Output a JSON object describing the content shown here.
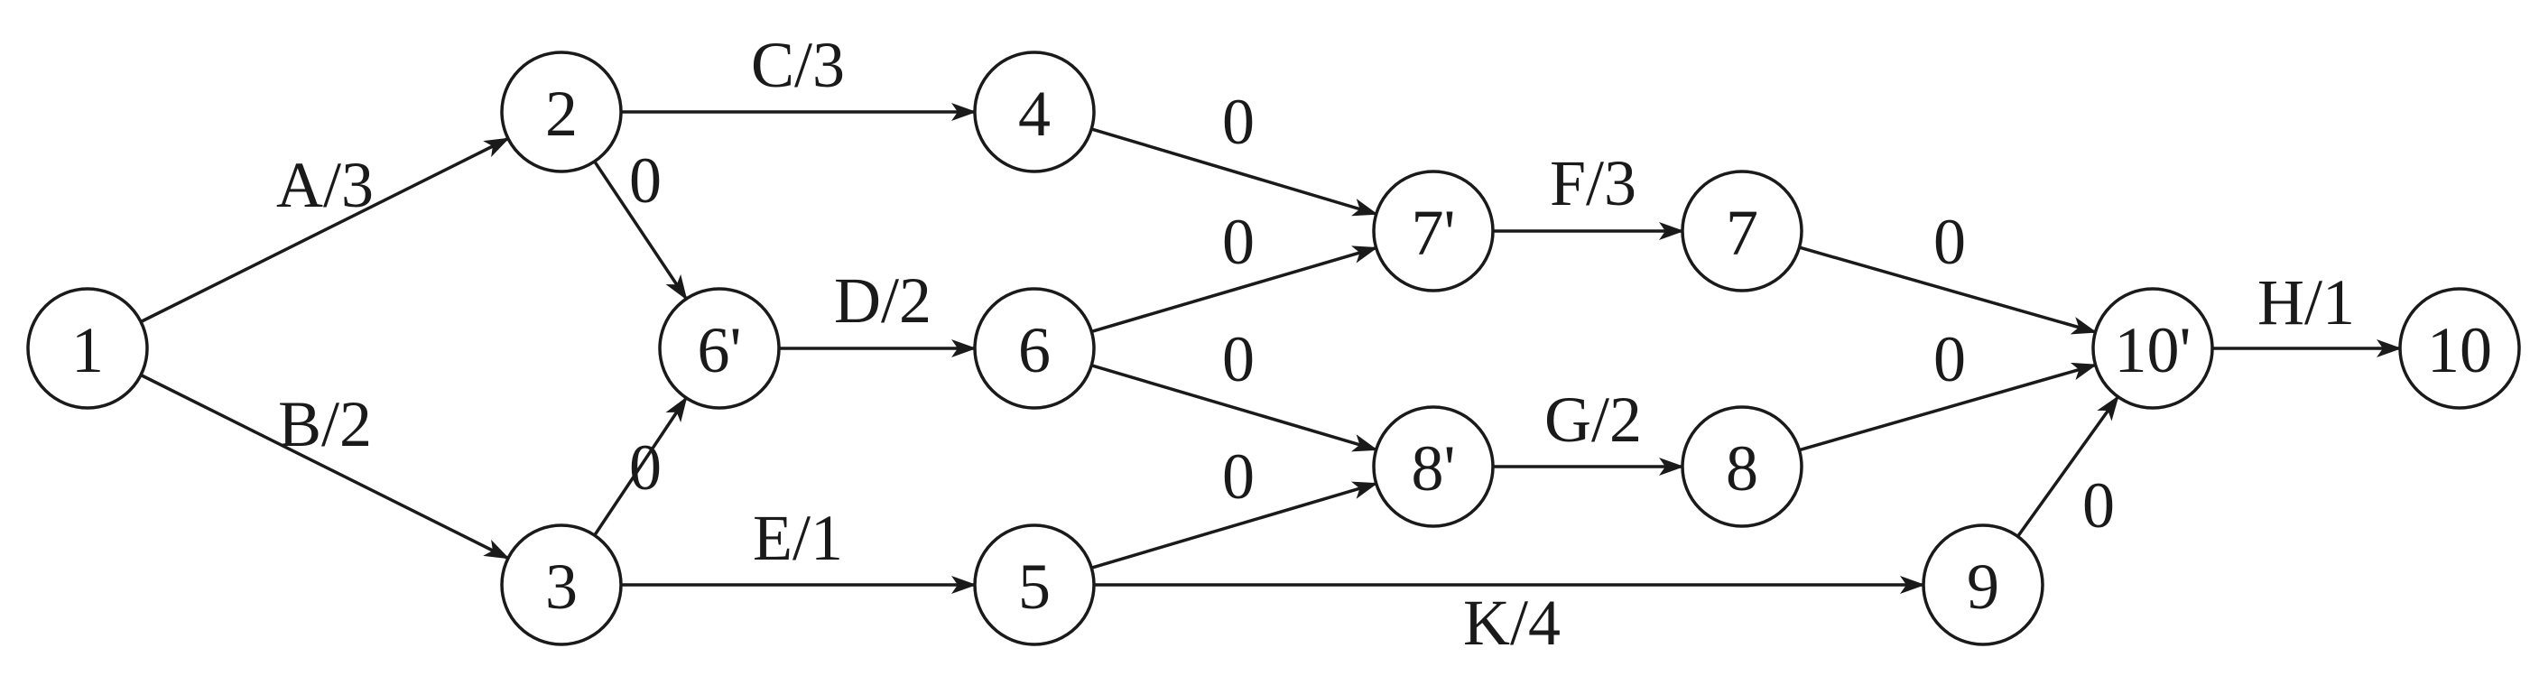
{
  "diagram": {
    "nodes": [
      {
        "id": "1",
        "label": "1"
      },
      {
        "id": "2",
        "label": "2"
      },
      {
        "id": "3",
        "label": "3"
      },
      {
        "id": "4",
        "label": "4"
      },
      {
        "id": "5",
        "label": "5"
      },
      {
        "id": "6p",
        "label": "6'"
      },
      {
        "id": "6",
        "label": "6"
      },
      {
        "id": "7p",
        "label": "7'"
      },
      {
        "id": "7",
        "label": "7"
      },
      {
        "id": "8p",
        "label": "8'"
      },
      {
        "id": "8",
        "label": "8"
      },
      {
        "id": "9",
        "label": "9"
      },
      {
        "id": "10p",
        "label": "10'"
      },
      {
        "id": "10",
        "label": "10"
      }
    ],
    "edges": [
      {
        "from": "1",
        "to": "2",
        "label": "A/3"
      },
      {
        "from": "1",
        "to": "3",
        "label": "B/2"
      },
      {
        "from": "2",
        "to": "4",
        "label": "C/3"
      },
      {
        "from": "2",
        "to": "6p",
        "label": "0"
      },
      {
        "from": "3",
        "to": "6p",
        "label": "0"
      },
      {
        "from": "3",
        "to": "5",
        "label": "E/1"
      },
      {
        "from": "6p",
        "to": "6",
        "label": "D/2"
      },
      {
        "from": "4",
        "to": "7p",
        "label": "0"
      },
      {
        "from": "6",
        "to": "7p",
        "label": "0"
      },
      {
        "from": "6",
        "to": "8p",
        "label": "0"
      },
      {
        "from": "5",
        "to": "8p",
        "label": "0"
      },
      {
        "from": "5",
        "to": "9",
        "label": "K/4"
      },
      {
        "from": "7p",
        "to": "7",
        "label": "F/3"
      },
      {
        "from": "8p",
        "to": "8",
        "label": "G/2"
      },
      {
        "from": "7",
        "to": "10p",
        "label": "0"
      },
      {
        "from": "8",
        "to": "10p",
        "label": "0"
      },
      {
        "from": "9",
        "to": "10p",
        "label": "0"
      },
      {
        "from": "10p",
        "to": "10",
        "label": "H/1"
      }
    ]
  }
}
